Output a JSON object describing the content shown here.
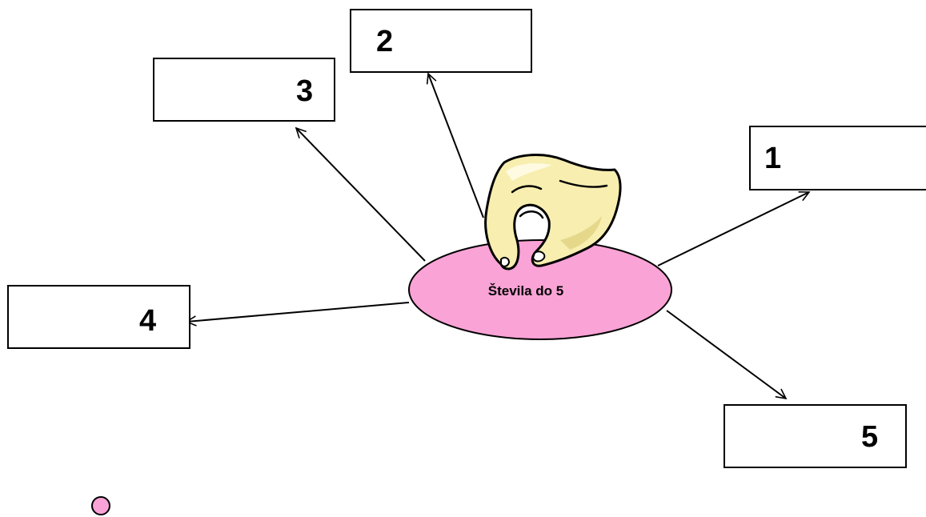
{
  "diagram": {
    "center": {
      "label": "Števila do 5",
      "fill": "#f9a3d6"
    },
    "boxes": [
      {
        "id": "box-1",
        "label": "1"
      },
      {
        "id": "box-2",
        "label": "2"
      },
      {
        "id": "box-3",
        "label": "3"
      },
      {
        "id": "box-4",
        "label": "4"
      },
      {
        "id": "box-5",
        "label": "5"
      }
    ],
    "hand_icon": "pinching-hand-icon",
    "marker": {
      "fill": "#f9a3d6"
    }
  }
}
